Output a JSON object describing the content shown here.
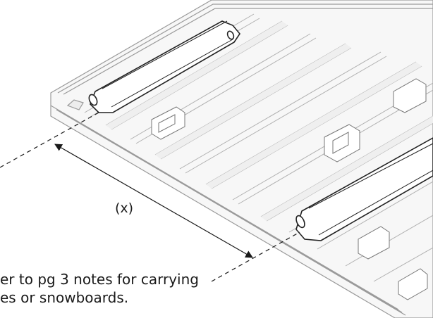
{
  "dimension": {
    "label": "(x)"
  },
  "note": {
    "line1": "er to pg 3 notes for carrying",
    "line2": "es or snowboards."
  }
}
